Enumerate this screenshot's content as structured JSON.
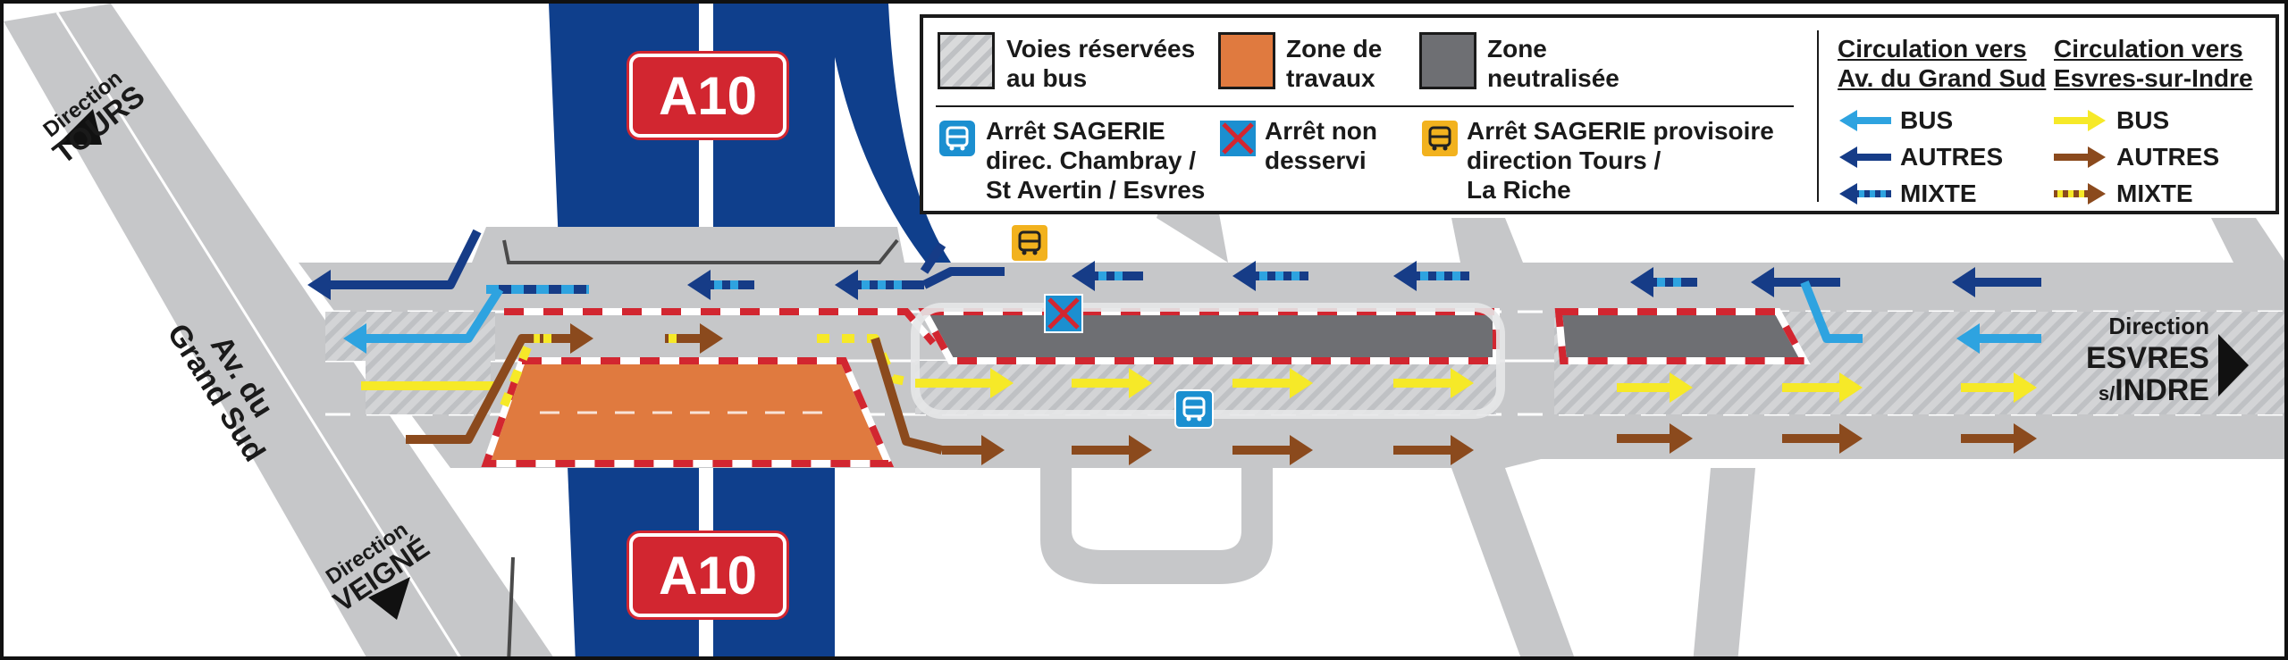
{
  "map": {
    "motorway_label": "A10",
    "directions": {
      "tours": {
        "word": "Direction",
        "place": "TOURS"
      },
      "veigne": {
        "word": "Direction",
        "place": "VEIGNÉ"
      },
      "esvres": {
        "word": "Direction",
        "place_line1": "ESVRES",
        "place_prefix": "s/",
        "place_line2": "INDRE"
      }
    },
    "street_label_line1": "Av. du",
    "street_label_line2": "Grand Sud"
  },
  "legend": {
    "areas": {
      "bus_lanes": {
        "line1": "Voies réservées",
        "line2": "au bus"
      },
      "works": {
        "line1": "Zone de",
        "line2": "travaux"
      },
      "neutralized": {
        "line1": "Zone",
        "line2": "neutralisée"
      }
    },
    "stops": {
      "sagerie": {
        "line1": "Arrêt SAGERIE",
        "line2": "direc. Chambray /",
        "line3": "St Avertin / Esvres"
      },
      "not_served": {
        "line1": "Arrêt non",
        "line2": "desservi"
      },
      "temporary": {
        "line1": "Arrêt SAGERIE provisoire",
        "line2": "direction Tours /",
        "line3": "La Riche"
      }
    },
    "flows": {
      "grand_sud": {
        "heading_line1": "Circulation vers",
        "heading_line2": "Av. du Grand Sud",
        "items": [
          {
            "label": "BUS",
            "color": "#2ea3e0"
          },
          {
            "label": "AUTRES",
            "color": "#163c87"
          },
          {
            "label": "MIXTE",
            "color": "#163c87",
            "dash": "#2ea3e0"
          }
        ]
      },
      "esvres": {
        "heading_line1": "Circulation vers",
        "heading_line2": "Esvres-sur-Indre",
        "items": [
          {
            "label": "BUS",
            "color": "#f6e928"
          },
          {
            "label": "AUTRES",
            "color": "#8b4a1d"
          },
          {
            "label": "MIXTE",
            "color": "#8b4a1d",
            "dash": "#f6e928"
          }
        ]
      }
    }
  },
  "colors": {
    "road": "#c6c7c9",
    "motorway": "#0f3f8c",
    "works": "#e07a3f",
    "neutral": "#6e6f73",
    "bus_blue": "#2ea3e0",
    "other_navy": "#163c87",
    "bus_yellow": "#f6e928",
    "other_brown": "#8b4a1d",
    "sign_red": "#d22630"
  }
}
